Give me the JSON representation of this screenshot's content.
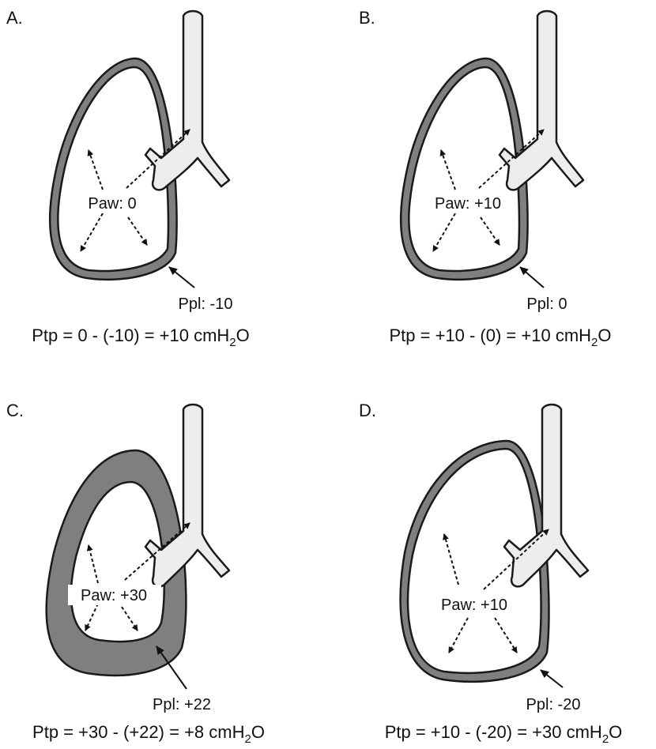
{
  "panels": [
    {
      "letter": "A.",
      "paw": "Paw: 0",
      "ppl": "Ppl: -10",
      "equation": {
        "pre": "Ptp = 0 - (-10) = +10 cmH",
        "sub": "2",
        "post": "O"
      }
    },
    {
      "letter": "B.",
      "paw": "Paw: +10",
      "ppl": "Ppl: 0",
      "equation": {
        "pre": "Ptp = +10 - (0) = +10 cmH",
        "sub": "2",
        "post": "O"
      }
    },
    {
      "letter": "C.",
      "paw": "Paw: +30",
      "ppl": "Ppl: +22",
      "equation": {
        "pre": "Ptp = +30 - (+22) = +8 cmH",
        "sub": "2",
        "post": "O"
      }
    },
    {
      "letter": "D.",
      "paw": "Paw: +10",
      "ppl": "Ppl: -20",
      "equation": {
        "pre": "Ptp = +10 - (-20) = +30 cmH",
        "sub": "2",
        "post": "O"
      }
    }
  ],
  "colors": {
    "pleura_fill": "#7f7f7f",
    "outline": "#1a1a1a",
    "airway_fill": "#ededed",
    "background": "#ffffff"
  }
}
